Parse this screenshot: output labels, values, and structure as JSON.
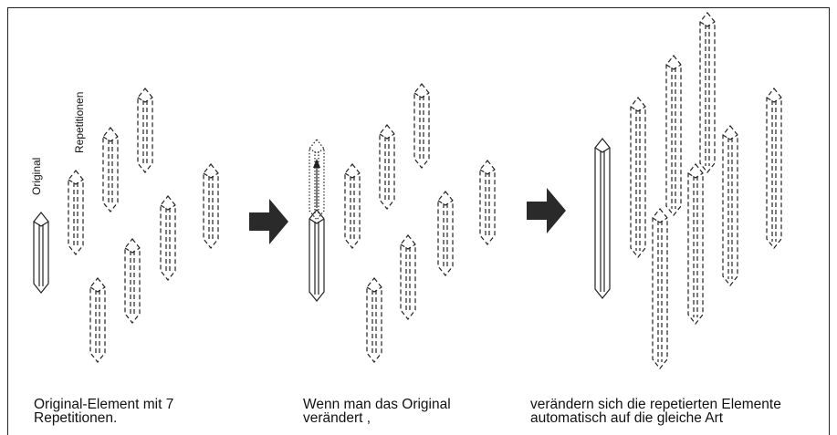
{
  "labels": {
    "original": "Original",
    "repetitions": "Repetitionen"
  },
  "captions": {
    "panel1": "Original-Element mit 7\nRepetitionen.",
    "panel2": "Wenn man das Original\nverändert ,",
    "panel3": "verändern sich die repetierten Elemente\nautomatisch auf die gleiche Art"
  },
  "colors": {
    "line": "#222222",
    "arrow": "#2a2a2a",
    "background": "#ffffff"
  },
  "icons": [
    "right-arrow-icon",
    "up-arrow-icon"
  ]
}
